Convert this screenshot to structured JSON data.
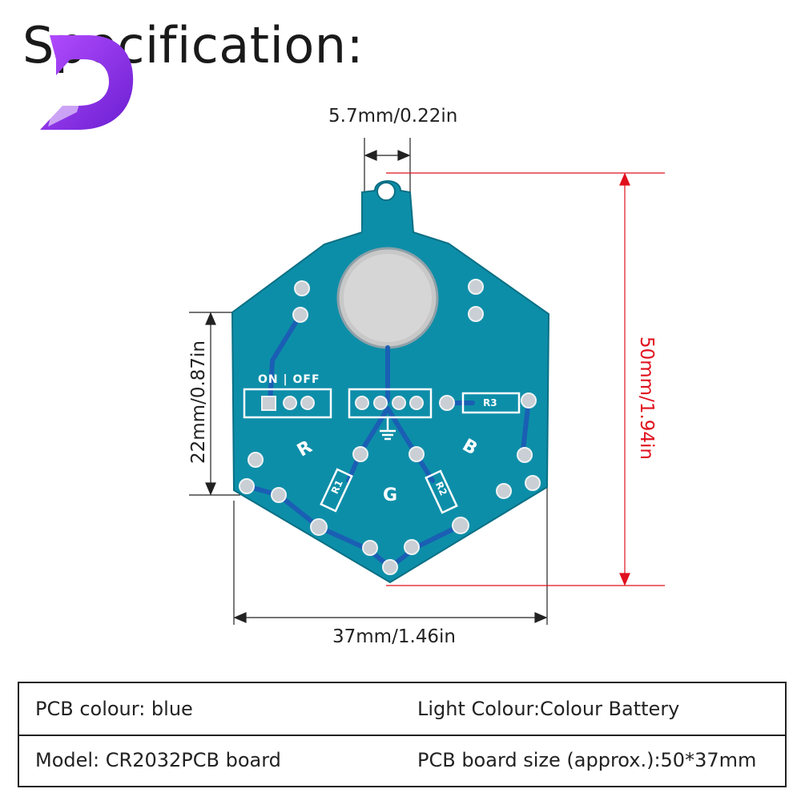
{
  "title": "Specification:",
  "dimensions": {
    "top": "5.7mm/0.22in",
    "bottom": "37mm/1.46in",
    "left": "22mm/0.87in",
    "right": "50mm/1.94in"
  },
  "pcb_labels": {
    "switch": "ON | OFF",
    "red": "R",
    "green": "G",
    "blue": "B",
    "r1": "R1",
    "r2": "R2",
    "r3": "R3"
  },
  "specs": {
    "colour": "PCB colour: blue",
    "light": "Light Colour:Colour Battery",
    "model": "Model:  CR2032PCB board",
    "size": "PCB board size (approx.):50*37mm"
  },
  "colors": {
    "pcb": "#0d8ea8",
    "dimension_red": "#e0101d",
    "logo_purple": "#8a2be2"
  },
  "icons": [
    "logo-icon"
  ]
}
